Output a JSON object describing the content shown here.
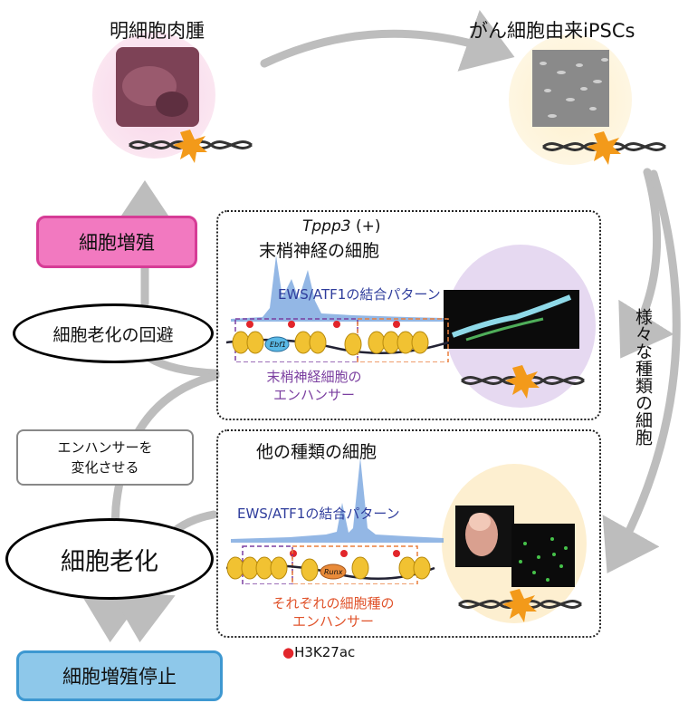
{
  "top": {
    "left_title": "明細胞肉腫",
    "right_title": "がん細胞由来iPSCs"
  },
  "states": {
    "proliferation": "細胞増殖",
    "avoid_senescence": "細胞老化の回避",
    "change_enhancer": "エンハンサーを\n変化させる",
    "senescence": "細胞老化",
    "arrest": "細胞増殖停止"
  },
  "side_label": "様々な種類の細胞",
  "panel_top": {
    "gene_italic": "Tppp3",
    "gene_suffix": " (+)",
    "cell_type": "末梢神経の細胞",
    "pattern": "EWS/ATF1の結合パターン",
    "enhancer": "末梢神経細胞の\nエンハンサー",
    "gene_label": "Ebf1"
  },
  "panel_bottom": {
    "cell_type": "他の種類の細胞",
    "pattern": "EWS/ATF1の結合パターン",
    "enhancer": "それぞれの細胞種の\nエンハンサー",
    "gene_label": "Runx"
  },
  "legend": {
    "marker": "H3K27ac"
  },
  "colors": {
    "proliferation_fill": "#f279c0",
    "proliferation_border": "#d63c96",
    "arrest_fill": "#8ec8ea",
    "arrest_border": "#3e98d1",
    "arrow": "#bdbdbd",
    "peak": "#6f9fdc",
    "h3k27ac": "#e2262b",
    "purple_dash": "#7b3fa0",
    "orange_dash": "#ea7f3d"
  }
}
